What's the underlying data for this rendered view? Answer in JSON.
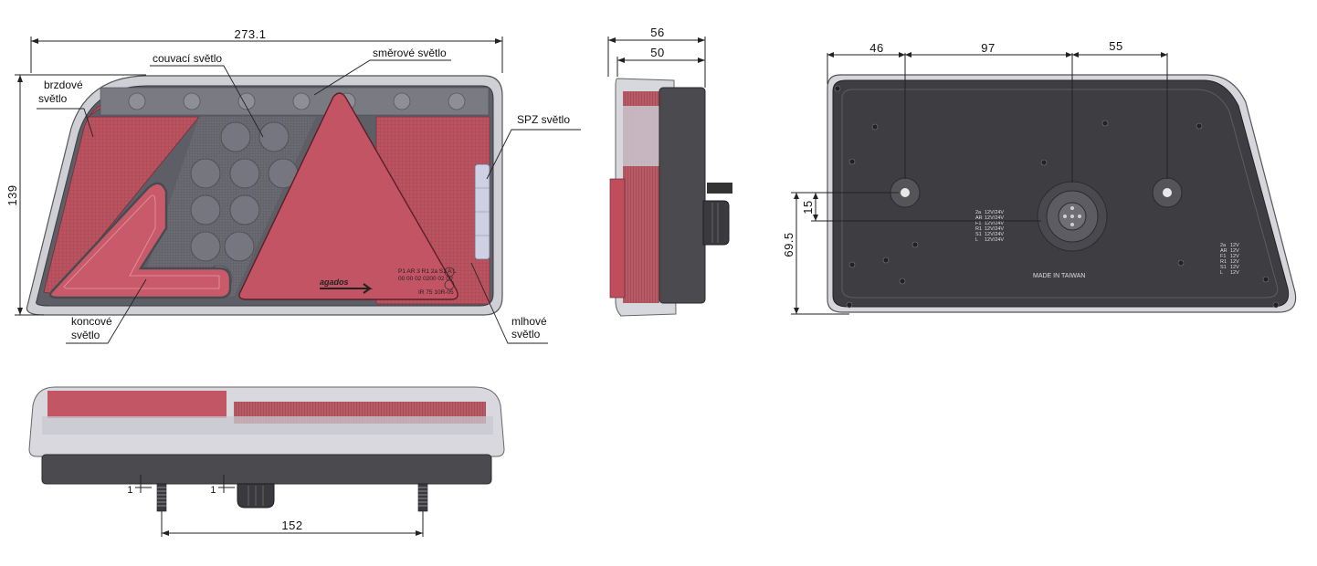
{
  "labels": {
    "brake": [
      "brzdové",
      "světlo"
    ],
    "reverse": "couvací světlo",
    "turn": "směrové světlo",
    "plate": "SPZ světlo",
    "position": [
      "koncové",
      "světlo"
    ],
    "fog": [
      "mlhové",
      "světlo"
    ]
  },
  "dimensions": {
    "width": "273.1",
    "height": "139",
    "depth_total": "56",
    "depth_body": "50",
    "back_a": "46",
    "back_b": "97",
    "back_c": "55",
    "back_small": "15",
    "back_center": "69.5",
    "studs": "152",
    "gap_left": "1",
    "gap_right": "1"
  },
  "markings": {
    "brand": "agados",
    "approval": [
      "P1 AR 3 R1 2a S1 A L",
      "00 00 02 0200 02 00",
      "IR 75 10R-05"
    ],
    "rear_codes": [
      "2a",
      "AR",
      "F1",
      "R1",
      "S1",
      "L"
    ],
    "rear_volts": [
      "12V/24V",
      "12V/24V",
      "12V/24V",
      "12V/24V",
      "12V/24V",
      "12V/24V"
    ],
    "rear_codes_right": [
      "2a",
      "AR",
      "F1",
      "R1",
      "S1",
      "L"
    ],
    "rear_volts_right": [
      "12V",
      "12V",
      "12V",
      "12V",
      "12V",
      "12V"
    ],
    "origin": "MADE IN TAIWAN"
  }
}
